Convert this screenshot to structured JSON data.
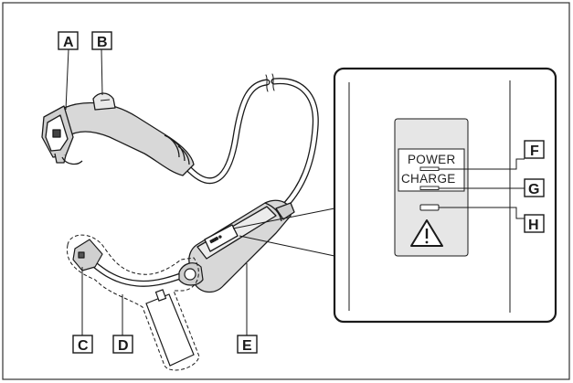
{
  "callouts": {
    "a": "A",
    "b": "B",
    "c": "C",
    "d": "D",
    "e": "E",
    "f": "F",
    "g": "G",
    "h": "H"
  },
  "panel": {
    "power_label": "POWER",
    "charge_label": "CHARGE"
  },
  "colors": {
    "frame": "#333333",
    "panel_bg": "#e6e6e6",
    "device_fill": "#d8d8d8",
    "stroke": "#1a1a1a"
  }
}
